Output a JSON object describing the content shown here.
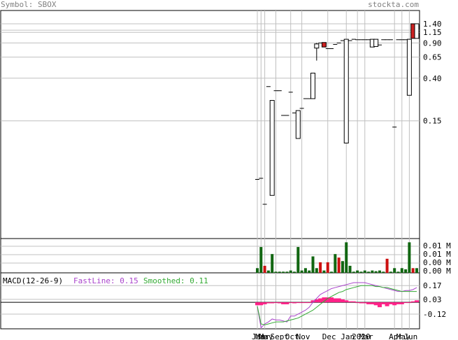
{
  "header": {
    "symbol_label": "Symbol: SBOX",
    "site": "stockta.com"
  },
  "colors": {
    "header_text": "#808080",
    "frame": "#000000",
    "grid": "#c0c0c0",
    "up_candle": "#ffffff",
    "down_candle": "#cc2222",
    "volume_up": "#116611",
    "volume_down": "#cc1111",
    "macd_hist": "#ff2288",
    "fast_line": "#aa44cc",
    "smoothed_line": "#33aa33"
  },
  "chart_data": [
    {
      "type": "candlestick",
      "name": "price",
      "y_scale": "log",
      "ylim": [
        0.01,
        1.9
      ],
      "y_ticks": [
        "1.40",
        "1.15",
        "0.90",
        "0.65",
        "0.40",
        "0.15"
      ],
      "y_tick_values": [
        1.4,
        1.15,
        0.9,
        0.65,
        0.4,
        0.15
      ],
      "x_labels": [
        "Jan",
        "Mar",
        "May",
        "Sept",
        "Oct",
        "Nov",
        "Dec",
        "Jan",
        "2020",
        "Mar",
        "Apr",
        "May",
        "Jun"
      ],
      "x_label_index": [
        0,
        1,
        2,
        5,
        9,
        12,
        19,
        24,
        27,
        29,
        37,
        39,
        41
      ],
      "candles": [
        {
          "o": 0.039,
          "h": 0.039,
          "l": 0.039,
          "c": 0.039,
          "up": true
        },
        {
          "o": 0.04,
          "h": 0.04,
          "l": 0.04,
          "c": 0.04,
          "up": true
        },
        {
          "o": 0.022,
          "h": 0.022,
          "l": 0.022,
          "c": 0.022,
          "up": true
        },
        {
          "o": 0.33,
          "h": 0.33,
          "l": 0.33,
          "c": 0.33,
          "up": true
        },
        {
          "o": 0.027,
          "h": 0.24,
          "l": 0.027,
          "c": 0.24,
          "up": true
        },
        {
          "o": 0.3,
          "h": 0.3,
          "l": 0.3,
          "c": 0.3,
          "up": true
        },
        {
          "o": 0.3,
          "h": 0.3,
          "l": 0.3,
          "c": 0.3,
          "up": true
        },
        {
          "o": 0.17,
          "h": 0.17,
          "l": 0.17,
          "c": 0.17,
          "up": true
        },
        {
          "o": 0.17,
          "h": 0.17,
          "l": 0.17,
          "c": 0.17,
          "up": true
        },
        {
          "o": 0.29,
          "h": 0.29,
          "l": 0.29,
          "c": 0.29,
          "up": true
        },
        {
          "o": 0.18,
          "h": 0.18,
          "l": 0.18,
          "c": 0.18,
          "up": true
        },
        {
          "o": 0.1,
          "h": 0.19,
          "l": 0.1,
          "c": 0.19,
          "up": true
        },
        {
          "o": 0.2,
          "h": 0.2,
          "l": 0.2,
          "c": 0.2,
          "up": true
        },
        {
          "o": 0.25,
          "h": 0.25,
          "l": 0.25,
          "c": 0.25,
          "up": true
        },
        {
          "o": 0.25,
          "h": 0.25,
          "l": 0.25,
          "c": 0.25,
          "up": true
        },
        {
          "o": 0.25,
          "h": 0.45,
          "l": 0.25,
          "c": 0.45,
          "up": true
        },
        {
          "o": 0.8,
          "h": 0.9,
          "l": 0.6,
          "c": 0.88,
          "up": true
        },
        {
          "o": 0.9,
          "h": 0.9,
          "l": 0.9,
          "c": 0.9,
          "up": true
        },
        {
          "o": 0.91,
          "h": 0.91,
          "l": 0.82,
          "c": 0.82,
          "up": false
        },
        {
          "o": 0.79,
          "h": 0.79,
          "l": 0.79,
          "c": 0.79,
          "up": true
        },
        {
          "o": 0.79,
          "h": 0.79,
          "l": 0.79,
          "c": 0.79,
          "up": true
        },
        {
          "o": 0.87,
          "h": 0.87,
          "l": 0.87,
          "c": 0.87,
          "up": true
        },
        {
          "o": 0.9,
          "h": 0.9,
          "l": 0.9,
          "c": 0.9,
          "up": true
        },
        {
          "o": 0.95,
          "h": 0.95,
          "l": 0.95,
          "c": 0.95,
          "up": true
        },
        {
          "o": 0.09,
          "h": 0.98,
          "l": 0.09,
          "c": 0.98,
          "up": true
        },
        {
          "o": 0.95,
          "h": 0.95,
          "l": 0.95,
          "c": 0.95,
          "up": true
        },
        {
          "o": 0.98,
          "h": 0.98,
          "l": 0.98,
          "c": 0.98,
          "up": true
        },
        {
          "o": 0.97,
          "h": 0.97,
          "l": 0.97,
          "c": 0.97,
          "up": true
        },
        {
          "o": 0.97,
          "h": 0.97,
          "l": 0.97,
          "c": 0.97,
          "up": true
        },
        {
          "o": 0.97,
          "h": 0.97,
          "l": 0.97,
          "c": 0.97,
          "up": true
        },
        {
          "o": 0.97,
          "h": 0.97,
          "l": 0.97,
          "c": 0.97,
          "up": true
        },
        {
          "o": 0.82,
          "h": 0.98,
          "l": 0.82,
          "c": 0.98,
          "up": true
        },
        {
          "o": 0.83,
          "h": 0.98,
          "l": 0.83,
          "c": 0.98,
          "up": true
        },
        {
          "o": 0.86,
          "h": 0.86,
          "l": 0.86,
          "c": 0.86,
          "up": true
        },
        {
          "o": 0.97,
          "h": 0.97,
          "l": 0.97,
          "c": 0.97,
          "up": true
        },
        {
          "o": 0.97,
          "h": 0.97,
          "l": 0.97,
          "c": 0.97,
          "up": true
        },
        {
          "o": 0.97,
          "h": 0.97,
          "l": 0.97,
          "c": 0.97,
          "up": true
        },
        {
          "o": 0.13,
          "h": 0.13,
          "l": 0.13,
          "c": 0.13,
          "up": true
        },
        {
          "o": 0.97,
          "h": 0.97,
          "l": 0.97,
          "c": 0.97,
          "up": true
        },
        {
          "o": 0.97,
          "h": 0.97,
          "l": 0.97,
          "c": 0.97,
          "up": true
        },
        {
          "o": 0.97,
          "h": 0.97,
          "l": 0.97,
          "c": 0.97,
          "up": true
        },
        {
          "o": 0.27,
          "h": 0.98,
          "l": 0.27,
          "c": 0.98,
          "up": true
        },
        {
          "o": 1.4,
          "h": 1.4,
          "l": 1.0,
          "c": 1.0,
          "up": false
        },
        {
          "o": 1.0,
          "h": 1.4,
          "l": 1.0,
          "c": 1.4,
          "up": true
        }
      ]
    },
    {
      "type": "bar",
      "name": "volume",
      "y_ticks": [
        "0.01 M",
        "0.01 M",
        "0.00 M",
        "0.00 M"
      ],
      "ylim": [
        0,
        0.014
      ],
      "values": [
        0.002,
        0.011,
        0.003,
        0.001,
        0.008,
        0.0005,
        0.0005,
        0.0005,
        0.0005,
        0.001,
        0.0005,
        0.011,
        0.001,
        0.002,
        0.001,
        0.007,
        0.002,
        0.0045,
        0.001,
        0.0045,
        0.0005,
        0.008,
        0.0065,
        0.005,
        0.013,
        0.003,
        0.0005,
        0.001,
        0.0005,
        0.001,
        0.0005,
        0.001,
        0.0007,
        0.001,
        0.0005,
        0.006,
        0.0005,
        0.002,
        0.0005,
        0.002,
        0.0015,
        0.013,
        0.002,
        0.002
      ],
      "up": [
        true,
        true,
        false,
        true,
        true,
        true,
        true,
        true,
        true,
        true,
        true,
        true,
        true,
        true,
        true,
        true,
        true,
        false,
        true,
        false,
        true,
        true,
        false,
        true,
        true,
        true,
        true,
        true,
        true,
        true,
        true,
        true,
        true,
        true,
        true,
        false,
        true,
        true,
        true,
        true,
        true,
        true,
        false,
        true
      ]
    },
    {
      "type": "line",
      "name": "macd",
      "title": "MACD(12-26-9)",
      "legend": [
        {
          "label": "FastLine: 0.15",
          "color": "#aa44cc"
        },
        {
          "label": "Smoothed: 0.11",
          "color": "#33aa33"
        }
      ],
      "y_ticks": [
        "0.17",
        "0.03",
        "-0.12"
      ],
      "y_tick_values": [
        0.17,
        0.03,
        -0.12
      ],
      "ylim": [
        -0.27,
        0.3
      ],
      "histogram": [
        -0.03,
        -0.03,
        -0.02,
        -0.01,
        -0.01,
        0.0,
        -0.01,
        -0.02,
        -0.02,
        0.0,
        -0.01,
        0.0,
        0.0,
        0.0,
        0.0,
        0.02,
        0.03,
        0.04,
        0.05,
        0.05,
        0.05,
        0.04,
        0.04,
        0.03,
        0.02,
        0.01,
        0.01,
        0.0,
        -0.01,
        -0.01,
        -0.02,
        -0.02,
        -0.03,
        -0.05,
        -0.02,
        -0.04,
        -0.02,
        -0.03,
        -0.02,
        -0.02,
        0.0,
        0.0,
        0.01,
        0.02
      ],
      "fast": [
        -0.04,
        -0.26,
        -0.22,
        -0.2,
        -0.17,
        -0.18,
        -0.18,
        -0.19,
        -0.2,
        -0.14,
        -0.14,
        -0.12,
        -0.1,
        -0.08,
        -0.05,
        0.0,
        0.04,
        0.08,
        0.1,
        0.12,
        0.14,
        0.15,
        0.16,
        0.17,
        0.18,
        0.19,
        0.2,
        0.2,
        0.2,
        0.2,
        0.19,
        0.18,
        0.17,
        0.16,
        0.15,
        0.14,
        0.13,
        0.12,
        0.11,
        0.11,
        0.12,
        0.12,
        0.13,
        0.15
      ],
      "smooth": [
        -0.04,
        -0.22,
        -0.23,
        -0.22,
        -0.21,
        -0.2,
        -0.2,
        -0.2,
        -0.19,
        -0.18,
        -0.17,
        -0.16,
        -0.14,
        -0.12,
        -0.1,
        -0.08,
        -0.05,
        -0.02,
        0.01,
        0.04,
        0.06,
        0.08,
        0.1,
        0.11,
        0.13,
        0.14,
        0.15,
        0.16,
        0.17,
        0.17,
        0.17,
        0.17,
        0.16,
        0.16,
        0.15,
        0.15,
        0.14,
        0.13,
        0.12,
        0.11,
        0.11,
        0.11,
        0.11,
        0.11
      ]
    }
  ]
}
